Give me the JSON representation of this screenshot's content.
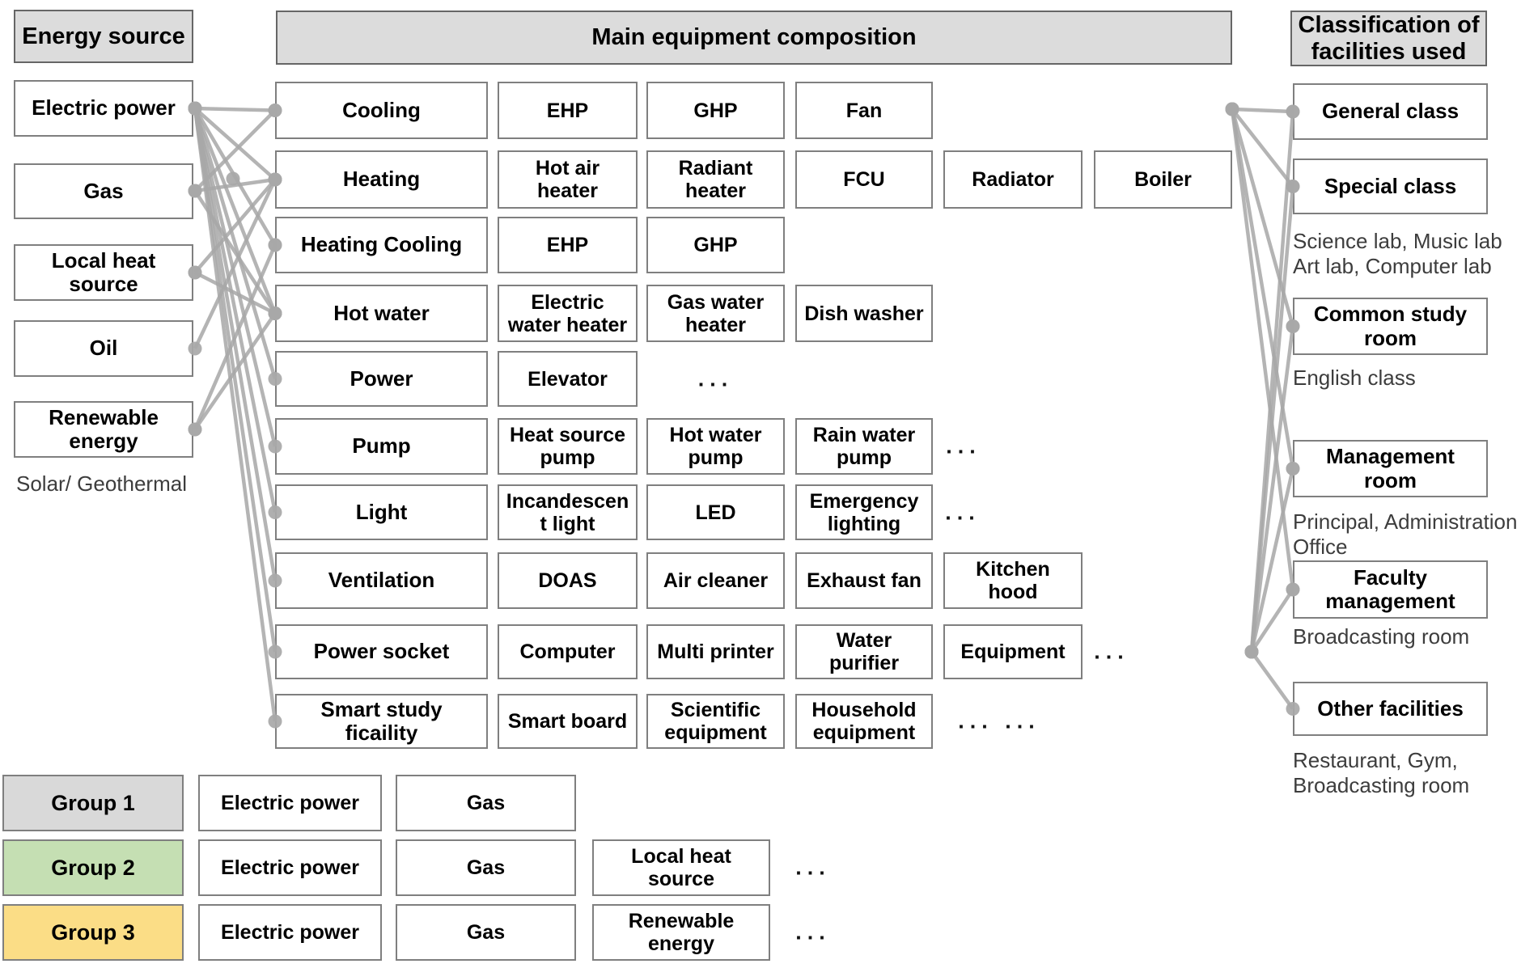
{
  "colors": {
    "header_fill": "#dcdcdc",
    "box_border": "#7f7f7f",
    "line_gray": "#a8a8a8",
    "group1_fill": "#d9d9d9",
    "group2_fill": "#c5dfb3",
    "group3_fill": "#fbdd86"
  },
  "left": {
    "header": "Energy source",
    "items": [
      {
        "label": "Electric power"
      },
      {
        "label": "Gas"
      },
      {
        "label": "Local heat\nsource"
      },
      {
        "label": "Oil"
      },
      {
        "label": "Renewable\nenergy"
      }
    ],
    "note": "Solar/ Geothermal"
  },
  "middle": {
    "header": "Main equipment composition",
    "rows": [
      {
        "category": "Cooling",
        "items": [
          {
            "label": "EHP",
            "col": 1
          },
          {
            "label": "GHP",
            "col": 2
          },
          {
            "label": "Fan",
            "col": 3
          }
        ]
      },
      {
        "category": "Heating",
        "items": [
          {
            "label": "Hot air\nheater",
            "col": 1
          },
          {
            "label": "Radiant\nheater",
            "col": 2
          },
          {
            "label": "FCU",
            "col": 3
          },
          {
            "label": "Radiator",
            "col": 4
          },
          {
            "label": "Boiler",
            "col": 5
          }
        ]
      },
      {
        "category": "Heating Cooling",
        "items": [
          {
            "label": "EHP",
            "col": 1
          },
          {
            "label": "GHP",
            "col": 2
          }
        ]
      },
      {
        "category": "Hot water",
        "items": [
          {
            "label": "Electric\nwater heater",
            "col": 1
          },
          {
            "label": "Gas water\nheater",
            "col": 2
          },
          {
            "label": "Dish washer",
            "col": 3
          }
        ]
      },
      {
        "category": "Power",
        "items": [
          {
            "label": "Elevator",
            "col": 1
          },
          {
            "label": "...",
            "col": 2,
            "ellipsis": true
          }
        ]
      },
      {
        "category": "Pump",
        "items": [
          {
            "label": "Heat source\npump",
            "col": 1
          },
          {
            "label": "Hot water\npump",
            "col": 2
          },
          {
            "label": "Rain water\npump",
            "col": 3
          },
          {
            "label": "...",
            "ellipsis": true
          }
        ]
      },
      {
        "category": "Light",
        "items": [
          {
            "label": "Incandescen\nt light",
            "col": 1
          },
          {
            "label": "LED",
            "col": 2
          },
          {
            "label": "Emergency\nlighting",
            "col": 3
          },
          {
            "label": "...",
            "ellipsis": true
          }
        ]
      },
      {
        "category": "Ventilation",
        "items": [
          {
            "label": "DOAS",
            "col": 1
          },
          {
            "label": "Air cleaner",
            "col": 2
          },
          {
            "label": "Exhaust fan",
            "col": 3
          },
          {
            "label": "Kitchen\nhood",
            "col": 4
          }
        ]
      },
      {
        "category": "Power socket",
        "items": [
          {
            "label": "Computer",
            "col": 1
          },
          {
            "label": "Multi printer",
            "col": 2
          },
          {
            "label": "Water\npurifier",
            "col": 3
          },
          {
            "label": "Equipment",
            "col": 4
          },
          {
            "label": "...",
            "ellipsis": true
          }
        ]
      },
      {
        "category": "Smart study\nficaility",
        "items": [
          {
            "label": "Smart board",
            "col": 1
          },
          {
            "label": "Scientific\nequipment",
            "col": 2
          },
          {
            "label": "Household\nequipment",
            "col": 3
          },
          {
            "label": "... ...",
            "ellipsis": true
          }
        ]
      }
    ]
  },
  "right": {
    "header": "Classification of\nfacilities used",
    "items": [
      {
        "label": "General class"
      },
      {
        "label": "Special class",
        "note": "Science lab, Music lab\nArt lab, Computer lab"
      },
      {
        "label": "Common study\nroom",
        "note": "English class"
      },
      {
        "label": "Management\nroom",
        "note": "Principal, Administration\nOffice"
      },
      {
        "label": "Faculty\nmanagement",
        "note": "Broadcasting room"
      },
      {
        "label": "Other facilities",
        "note": "Restaurant, Gym,\nBroadcasting room"
      }
    ]
  },
  "groups": [
    {
      "label": "Group 1",
      "fill": "#d9d9d9",
      "items": [
        {
          "label": "Electric power"
        },
        {
          "label": "Gas"
        }
      ]
    },
    {
      "label": "Group 2",
      "fill": "#c5dfb3",
      "items": [
        {
          "label": "Electric power"
        },
        {
          "label": "Gas"
        },
        {
          "label": "Local heat\nsource"
        },
        {
          "label": "...",
          "ellipsis": true
        }
      ]
    },
    {
      "label": "Group 3",
      "fill": "#fbdd86",
      "items": [
        {
          "label": "Electric power"
        },
        {
          "label": "Gas"
        },
        {
          "label": "Renewable\nenergy"
        },
        {
          "label": "...",
          "ellipsis": true
        }
      ]
    }
  ],
  "connections": {
    "left_links": [
      {
        "source": "Electric power",
        "targets": [
          "Cooling",
          "Heating",
          "Heating Cooling",
          "Hot water",
          "Power",
          "Pump",
          "Light",
          "Ventilation",
          "Power socket",
          "Smart study ficaility"
        ]
      },
      {
        "source": "Gas",
        "targets": [
          "Cooling",
          "Heating",
          "Hot water"
        ]
      },
      {
        "source": "Local heat source",
        "targets": [
          "Heating",
          "Hot water"
        ]
      },
      {
        "source": "Oil",
        "targets": [
          "Heating"
        ]
      },
      {
        "source": "Renewable energy",
        "targets": [
          "Heating Cooling",
          "Hot water"
        ]
      }
    ],
    "right_links": [
      {
        "hub": "top",
        "targets": [
          "General class",
          "Special class",
          "Common study room",
          "Management room",
          "Faculty management"
        ]
      },
      {
        "hub": "bottom",
        "targets": [
          "General class",
          "Special class",
          "Common study room",
          "Management room",
          "Faculty management",
          "Other facilities"
        ]
      }
    ]
  }
}
